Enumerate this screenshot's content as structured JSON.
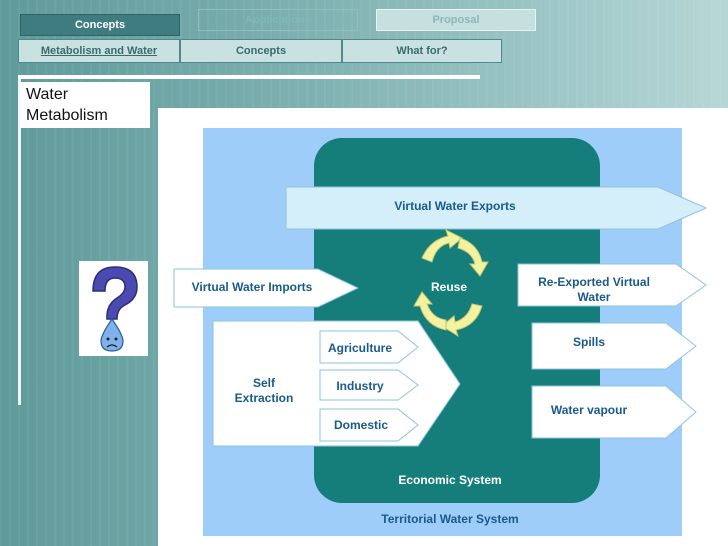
{
  "tabs_row1": {
    "active": "Concepts",
    "inactive_1": "Applications",
    "inactive_2": "Proposal"
  },
  "tabs_row2": [
    "Metabolism and Water",
    "Concepts",
    "What for?"
  ],
  "slide_label": "Water Metabolism",
  "diagram": {
    "territorial_system": "Territorial Water System",
    "economic_system": "Economic System",
    "virtual_water_exports": "Virtual Water Exports",
    "virtual_water_imports": "Virtual Water Imports",
    "reuse": "Reuse",
    "re_exported_virtual_water": "Re-Exported Virtual Water",
    "spills": "Spills",
    "water_vapour": "Water vapour",
    "self_extraction": "Self Extraction",
    "agriculture": "Agriculture",
    "industry": "Industry",
    "domestic": "Domestic"
  },
  "colors": {
    "territorial_fill": "#9fcdfa",
    "economic_fill": "#157e7a",
    "label_text": "#1a5a8c",
    "reuse_arrows": "#f2f2a0"
  },
  "icons": [
    "question-mark-icon",
    "sad-water-drop-icon"
  ]
}
